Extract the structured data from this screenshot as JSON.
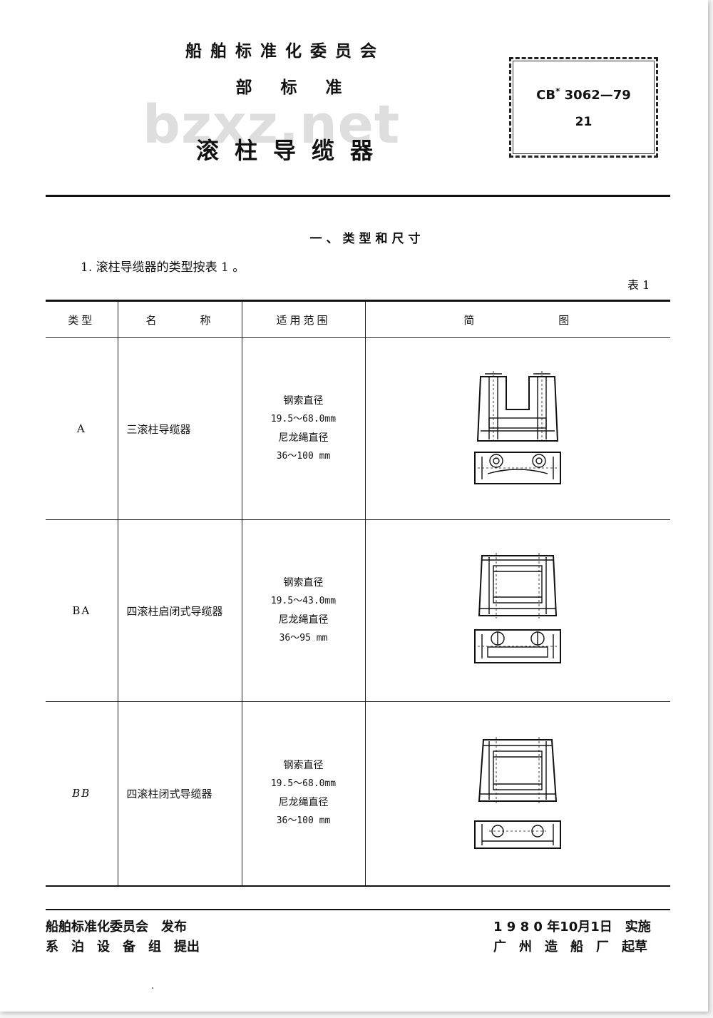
{
  "header": {
    "committee": "船舶标准化委员会",
    "dept_standard": "部标准",
    "title": "滚柱导缆器",
    "watermark": "bzxz.net"
  },
  "standard_box": {
    "code": "CB",
    "star": "*",
    "year_code": " 3062—79",
    "sub_number": "21"
  },
  "section": {
    "heading": "一、类型和尺寸",
    "intro": "1. 滚柱导缆器的类型按表 1 。",
    "table_label": "表 1"
  },
  "table": {
    "headers": [
      "类型",
      "名　　　称",
      "适用范围",
      "简　　　　　　图"
    ],
    "rows": [
      {
        "code": "A",
        "name": "三滚柱导缆器",
        "range": [
          "钢索直径",
          "19.5～68.0mm",
          "尼龙绳直径",
          "36～100 mm"
        ]
      },
      {
        "code": "BA",
        "name": "四滚柱启闭式导缆器",
        "range": [
          "钢索直径",
          "19.5～43.0mm",
          "尼龙绳直径",
          "36～95 mm"
        ]
      },
      {
        "code": "BB",
        "name": "四滚柱闭式导缆器",
        "range": [
          "钢索直径",
          "19.5～68.0mm",
          "尼龙绳直径",
          "36～100 mm"
        ]
      }
    ]
  },
  "footer": {
    "issuer": "船舶标准化委员会　发布",
    "proposer": "系　泊　设　备　组　提出",
    "date": "1 9 8 0 年10月1日　实施",
    "drafter": "广　州　造　船　厂　起草"
  }
}
